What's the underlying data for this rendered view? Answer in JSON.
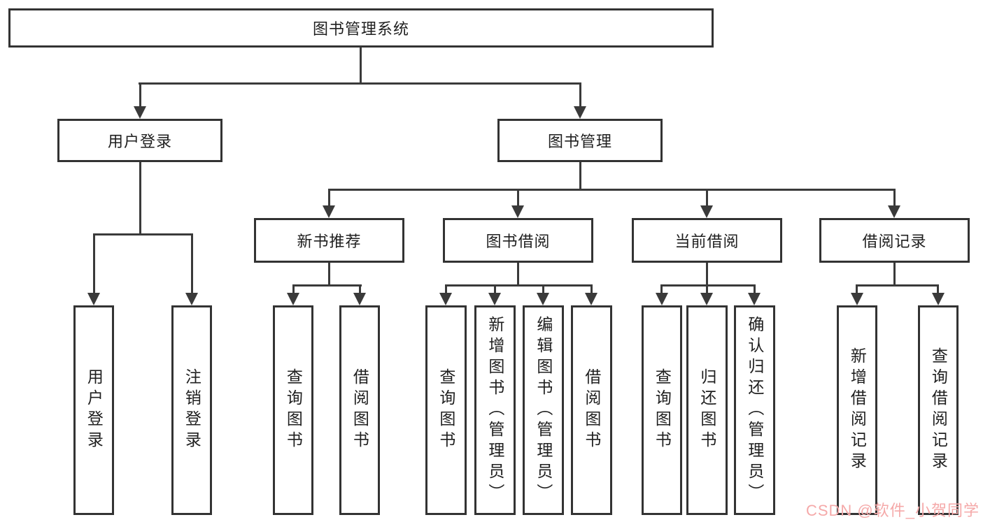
{
  "diagram": {
    "root": {
      "label": "图书管理系统"
    },
    "level2": [
      {
        "label": "用户登录"
      },
      {
        "label": "图书管理"
      }
    ],
    "level3": [
      {
        "label": "新书推荐"
      },
      {
        "label": "图书借阅"
      },
      {
        "label": "当前借阅"
      },
      {
        "label": "借阅记录"
      }
    ],
    "leaves": {
      "user_login": [
        {
          "label": "用户登录"
        },
        {
          "label": "注销登录"
        }
      ],
      "new_book": [
        {
          "label": "查询图书"
        },
        {
          "label": "借阅图书"
        }
      ],
      "book_borrow": [
        {
          "label": "查询图书"
        },
        {
          "label": "新增图书（管理员）"
        },
        {
          "label": "编辑图书（管理员）"
        },
        {
          "label": "借阅图书"
        }
      ],
      "current_borrow": [
        {
          "label": "查询图书"
        },
        {
          "label": "归还图书"
        },
        {
          "label": "确认归还（管理员）"
        }
      ],
      "records": [
        {
          "label": "新增借阅记录"
        },
        {
          "label": "查询借阅记录"
        }
      ]
    }
  },
  "watermark": {
    "text": "CSDN @软件_小贺同学",
    "color": "#f5a9a9"
  },
  "colors": {
    "line": "#3a3a3a",
    "box_border": "#333333",
    "text": "#1f1f1f",
    "background": "#ffffff"
  }
}
